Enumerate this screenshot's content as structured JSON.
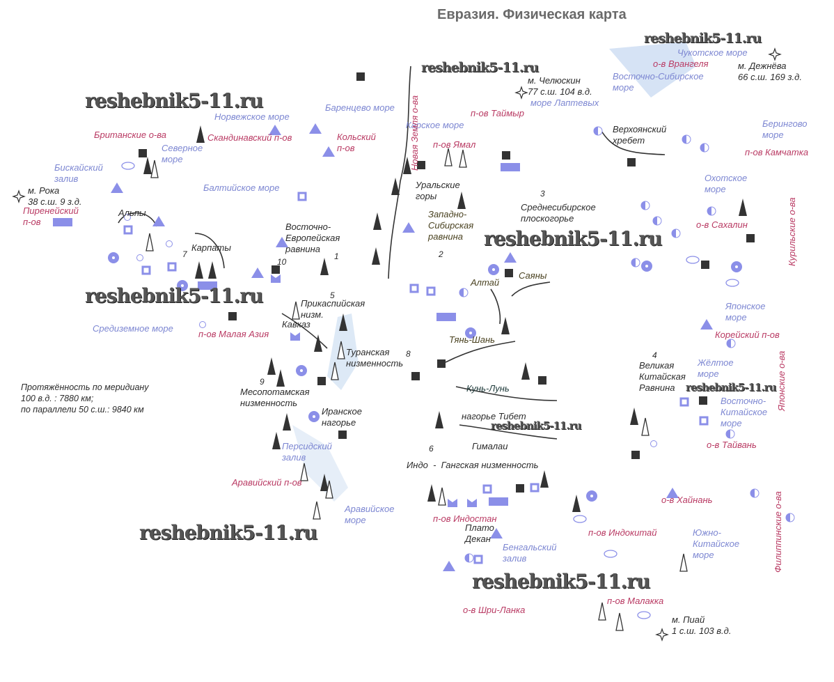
{
  "title": "Евразия. Физическая карта",
  "watermark": "reshebnik5-11.ru",
  "colors": {
    "sea": "#7d87d2",
    "peninsula": "#b93a63",
    "landform": "#2b2b2b",
    "symbol_blue": "#8b8fe8",
    "symbol_dark": "#333333"
  },
  "seas": [
    "Норвежское море",
    "Баренцево море",
    "Карское море",
    "Северное\nморе",
    "Бискайский\nзалив",
    "Балтийское море",
    "Средиземное море",
    "Персидский\nзалив",
    "Аравийское\nморе",
    "Бенгальский\nзалив",
    "Чукотское море",
    "Восточно-Сибирское\nморе",
    "море Лаптевых",
    "Берингово\nморе",
    "Охотское\nморе",
    "Японское\nморе",
    "Жёлтое\nморе",
    "Восточно-\nКитайское\nморе",
    "Южно-\nКитайское\nморе"
  ],
  "peninsulas_islands": [
    "Британские о-ва",
    "Скандинавский п-ов",
    "Кольский\nп-ов",
    "Пиренейский\nп-ов",
    "п-ов Ямал",
    "п-ов Таймыр",
    "о-в Врангеля",
    "п-ов Камчатка",
    "о-в Сахалин",
    "Курильские о-ва",
    "Японские о-ва",
    "Филиппинские о-ва",
    "Новая Земля о-ва",
    "п-ов Малая Азия",
    "Корейский п-ов",
    "о-в Тайвань",
    "о-в Хайнань",
    "п-ов Индокитай",
    "п-ов Индостан",
    "Аравийский п-ов",
    "п-ов Малакка",
    "о-в Шри-Ланка"
  ],
  "landforms": [
    "м. Рока\n38 с.ш. 9 з.д.",
    "Альпы",
    "Карпаты",
    "Восточно-\nЕвропейская\nравнина",
    "Уральские\nгоры",
    "Западно-\nСибирская\nравнина",
    "Среднесибирское\nплоскогорье",
    "м. Челюскин\n77 с.ш. 104 в.д.",
    "м. Дежнёва\n66 с.ш. 169 з.д.",
    "Верхоянский\nхребет",
    "Прикаспийская\nнизм.",
    "Кавказ",
    "Алтай",
    "Саяны",
    "Тянь-Шань",
    "Туранская\nнизменность",
    "Месопотамская\nнизменность",
    "Иранское\nнагорье",
    "Кунь-Лунь",
    "нагорье Тибет",
    "Гималаи",
    "Индо  -  Гангская низменность",
    "Плато\nДекан",
    "Великая\nКитайская\nРавнина",
    "м. Пиай\n1 с.ш. 103 в.д."
  ],
  "numbers": [
    "1",
    "2",
    "3",
    "4",
    "5",
    "6",
    "7",
    "8",
    "9",
    "10"
  ],
  "extent_note": "Протяжённость по меридиану\n100 в.д. : 7880 км;\nпо параллели 50 с.ш.: 9840 км"
}
